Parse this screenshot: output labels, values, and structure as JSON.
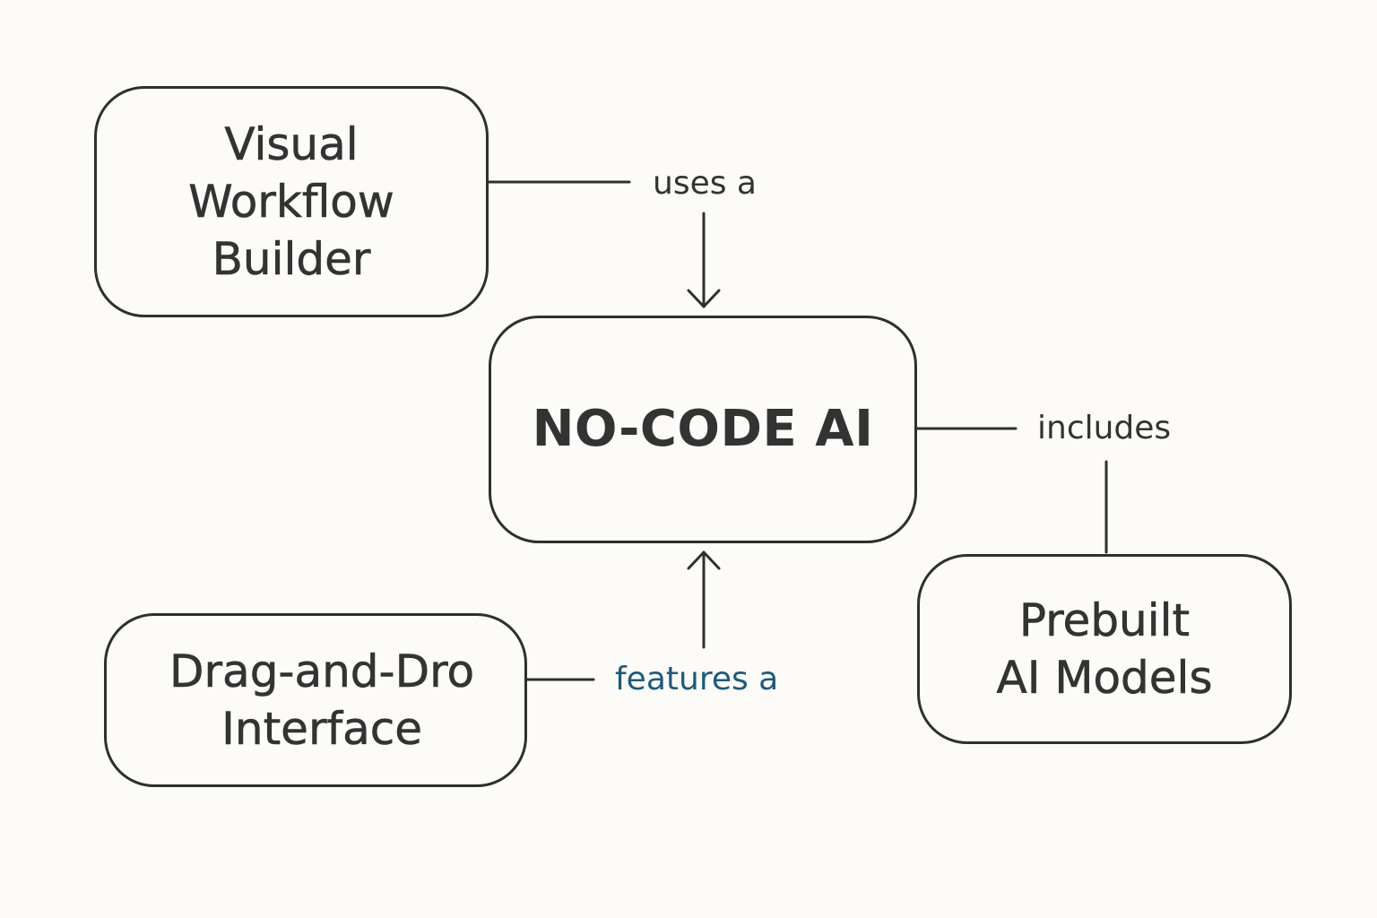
{
  "nodes": {
    "visual_workflow_builder": "Visual\nWorkflow\nBuilder",
    "no_code_ai": "NO-CODE AI",
    "drag_and_drop_interface": "Drag-and-Dro\nInterface",
    "prebuilt_ai_models": "Prebuilt\nAI Models"
  },
  "edges": {
    "uses": "uses a",
    "includes": "includes",
    "features": "features a"
  },
  "colors": {
    "background": "#fcfbf8",
    "stroke": "#2f2f2f",
    "text": "#333333",
    "features_label": "#1e5a7a"
  }
}
